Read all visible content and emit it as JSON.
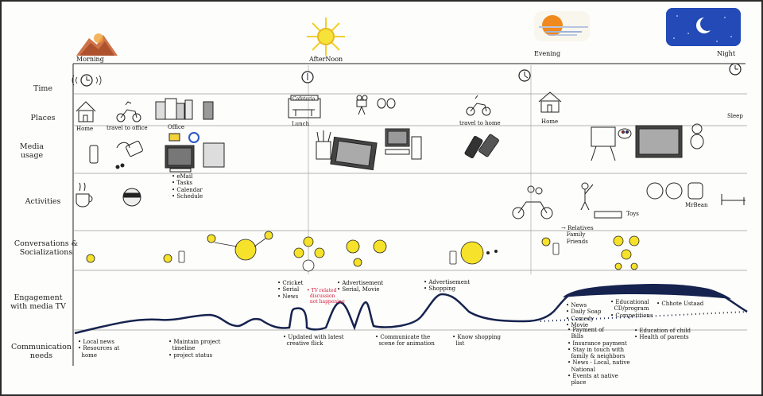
{
  "times_of_day": {
    "morning": "Morning",
    "afternoon": "AfterNoon",
    "evening": "Evening",
    "night": "Night"
  },
  "rows": {
    "time": "Time",
    "places": "Places",
    "media": "Media usage",
    "activities": "Activities",
    "conversations": "Conversations & Socializations",
    "engagement": "Engagement with media TV",
    "communication": "Communication needs"
  },
  "places": {
    "home": "Home",
    "travel_office": "travel to office",
    "office": "Office",
    "cafeteria": "Cafeteria",
    "lunch": "Lunch",
    "travel_home": "travel to home",
    "home2": "Home",
    "sleep": "Sleep"
  },
  "media": {
    "office_list": [
      "eMail",
      "Tasks",
      "Calendar",
      "Schedule"
    ]
  },
  "activities": {
    "toys": "Toys",
    "mr_bean": "MrBean"
  },
  "conversations": {
    "relatives": [
      "Relatives",
      "Family",
      "Friends"
    ]
  },
  "engagement": {
    "cricket_list": [
      "Cricket",
      "Serial",
      "News"
    ],
    "red_note": [
      "TV related",
      "discussion",
      "not happening"
    ],
    "advert_serial": [
      "Advertisement",
      "Serial, Movie"
    ],
    "advert_shopping": [
      "Advertisement",
      "Shopping"
    ],
    "evening_left": [
      "News",
      "Daily Soap",
      "Comedy",
      "Movie"
    ],
    "evening_mid": [
      "Educational",
      "CD/program",
      "Competitions"
    ],
    "chhote_ustaad": "Chhote Ustaad"
  },
  "communication": {
    "c1": [
      "Local news",
      "Resources at",
      "home"
    ],
    "c2": [
      "Maintain project",
      "timeline",
      "project status"
    ],
    "c3": [
      "Updated with latest",
      "creative flick"
    ],
    "c4": [
      "Communicate the",
      "scene for animation"
    ],
    "c5": [
      "Know shopping",
      "list"
    ],
    "c6": [
      "Payment of",
      "Bills",
      "Insurance payment",
      "Stay in touch with",
      "family & neighbors",
      "News - Local, native",
      "National",
      "Events at native",
      "place"
    ],
    "c7": [
      "Education of child",
      "Health of parents"
    ]
  },
  "colors": {
    "curve": "#16234f",
    "sun_yellow": "#f5d52a",
    "sunset_orange": "#f08a1e",
    "night_blue": "#2b56c9",
    "red_note": "#d4143a"
  }
}
